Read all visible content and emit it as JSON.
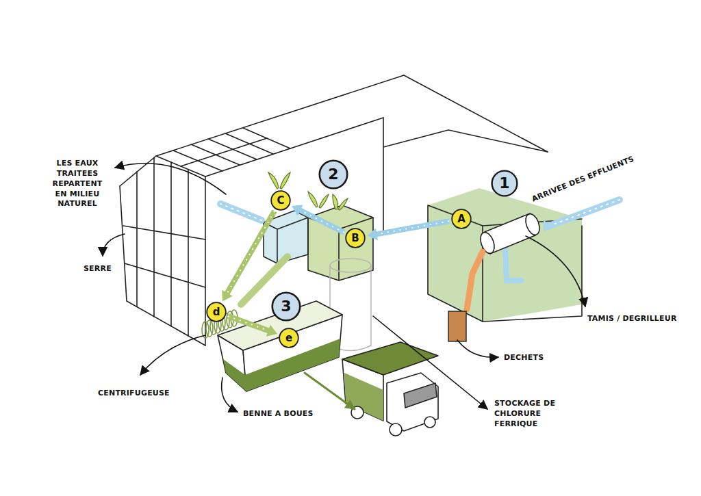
{
  "diagram": {
    "nodes": [
      {
        "text": [
          "1"
        ]
      },
      {
        "text": [
          "A"
        ]
      },
      {
        "text": [
          "2"
        ]
      },
      {
        "text": [
          "B"
        ]
      },
      {
        "text": [
          "C"
        ]
      },
      {
        "text": [
          "3"
        ]
      },
      {
        "text": [
          "d"
        ]
      },
      {
        "text": [
          "e"
        ]
      }
    ],
    "edges": [
      {
        "from": 1,
        "to": 3,
        "arrow": "to"
      },
      {
        "from": 3,
        "to": 4,
        "arrow": "to"
      },
      {
        "from": 4,
        "to": 6,
        "arrow": "to"
      },
      {
        "from": 6,
        "to": 7,
        "arrow": "to"
      }
    ],
    "labels": [
      "LES EAUX TRAITEES REPARTENT EN MILIEU NATUREL",
      "SERRE",
      "ARRIVEE DES EFFLUENTS",
      "TAMIS / DEGRILLEUR",
      "DECHETS",
      "STOCKAGE DE CHLORURE FERRIQUE",
      "CENTRIFUGEUSE",
      "BENNE A BOUES"
    ]
  }
}
